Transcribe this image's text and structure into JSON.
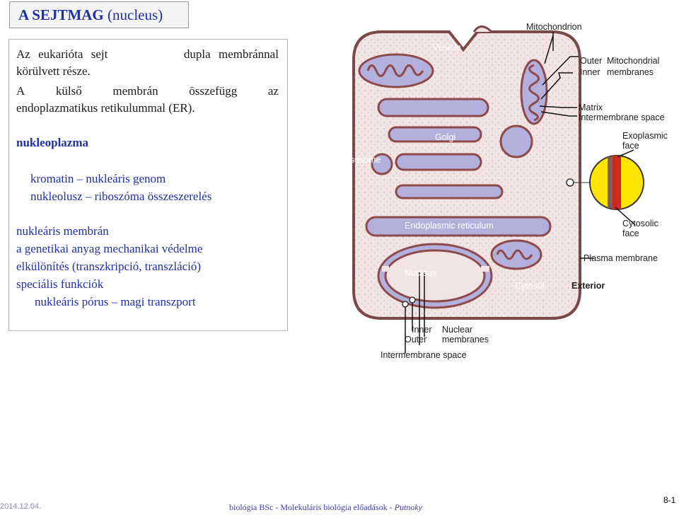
{
  "title": {
    "bold": "A SEJTMAG",
    "normal": " (nucleus)"
  },
  "text": {
    "line1_words": [
      "Az",
      "eukarióta",
      "sejt",
      "dupla",
      "membránnal"
    ],
    "line2": "körülvett része.",
    "line3_words": [
      "A",
      "külső",
      "membrán",
      "összefügg",
      "az"
    ],
    "line4": "endoplazmatikus retikulummal (ER).",
    "nucleoplasm": "nukleoplazma",
    "chromatin_term": "kromatin",
    "chromatin_desc": " – nukleáris genom",
    "nucleolus_term": "nukleolusz",
    "nucleolus_desc": " – riboszóma összeszerelés",
    "membrane_heading": "nukleáris membrán",
    "membrane_item1": "a genetikai anyag mechanikai védelme",
    "membrane_item2": "elkülönítés (transzkripció, transzláció)",
    "membrane_item3": "speciális funkciók",
    "pore_term": "nukleáris pórus",
    "pore_desc": " – magi transzport"
  },
  "diagram": {
    "labels": {
      "mitochondrion": "Mitochondrion",
      "vesicle": "Vesicle",
      "outer": "Outer",
      "inner": "Inner",
      "mito_membranes_1": "Mitochondrial",
      "mito_membranes_2": "membranes",
      "matrix": "Matrix",
      "intermembrane_space": "Intermembrane space",
      "golgi": "Golgi",
      "lysosome": "Lysosome",
      "exoplasmic_1": "Exoplasmic",
      "exoplasmic_2": "face",
      "cytosolic_1": "Cytosolic",
      "cytosolic_2": "face",
      "er": "Endoplasmic reticulum",
      "plasma_membrane": "Plasma membrane",
      "nucleus": "Nucleus",
      "cytosol": "Cytosol",
      "exterior": "Exterior",
      "nuc_inner": "Inner",
      "nuc_outer": "Outer",
      "nuclear_membranes_1": "Nuclear",
      "nuclear_membranes_2": "membranes",
      "nuc_intermembrane": "Intermembrane space"
    },
    "colors": {
      "cell_fill": "#f2e4e4",
      "membrane": "#7a4848",
      "organelle": "#b3b0dd",
      "organelle_stroke": "#8d4a4a",
      "yellow": "#ffe500",
      "red": "#cc2a20"
    }
  },
  "footer": {
    "date": "2014.12.04.",
    "course": "biológia BSc - Molekuláris biológia előadások - ",
    "author": "Putnoky",
    "page": "8-1"
  }
}
